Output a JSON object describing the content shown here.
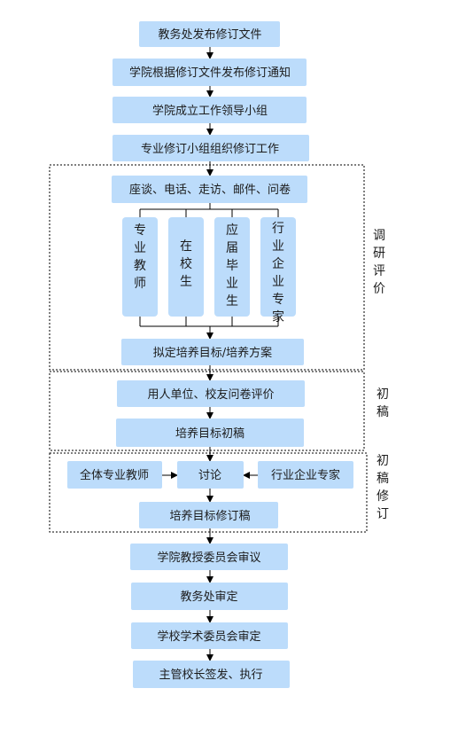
{
  "diagram": {
    "nodes": {
      "n1": "教务处发布修订文件",
      "n2": "学院根据修订文件发布修订通知",
      "n3": "学院成立工作领导小组",
      "n4": "专业修订小组组织修订工作",
      "n5": "座谈、电话、走访、邮件、问卷",
      "c1": "专业教师",
      "c2": "在校生",
      "c3": "应届毕业生",
      "c4": "行业企业专家",
      "n6": "拟定培养目标/培养方案",
      "n7": "用人单位、校友问卷评价",
      "n8": "培养目标初稿",
      "d1": "全体专业教师",
      "d2": "讨论",
      "d3": "行业企业专家",
      "n9": "培养目标修订稿",
      "n10": "学院教授委员会审议",
      "n11": "教务处审定",
      "n12": "学校学术委员会审定",
      "n13": "主管校长签发、执行"
    },
    "groups": {
      "g1": "调研评价",
      "g2": "初稿",
      "g3": "初稿修订"
    }
  }
}
